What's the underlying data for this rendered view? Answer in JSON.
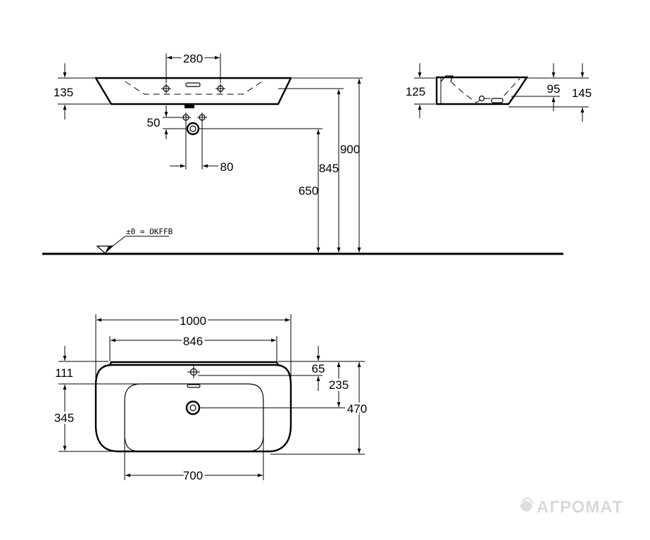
{
  "front_view": {
    "dim_tap_spacing": "280",
    "dim_rim_height": "135",
    "dim_trap_offset": "50",
    "dim_trap_width": "80",
    "dim_drain_height": "650",
    "dim_basin_height": "845",
    "dim_total_height": "900",
    "floor_reference": "±0 = OKFFB"
  },
  "side_view": {
    "dim_left": "125",
    "dim_inner": "95",
    "dim_right": "145"
  },
  "top_view": {
    "dim_overall_width": "1000",
    "dim_back_width": "846",
    "dim_bowl_width": "700",
    "dim_tap_from_back": "111",
    "dim_front_depth": "345",
    "dim_overflow": "65",
    "dim_drain_from_back": "235",
    "dim_total_depth": "470"
  },
  "watermark": {
    "text": "АГРОМАТ",
    "icon": "leaf-logo-icon"
  }
}
